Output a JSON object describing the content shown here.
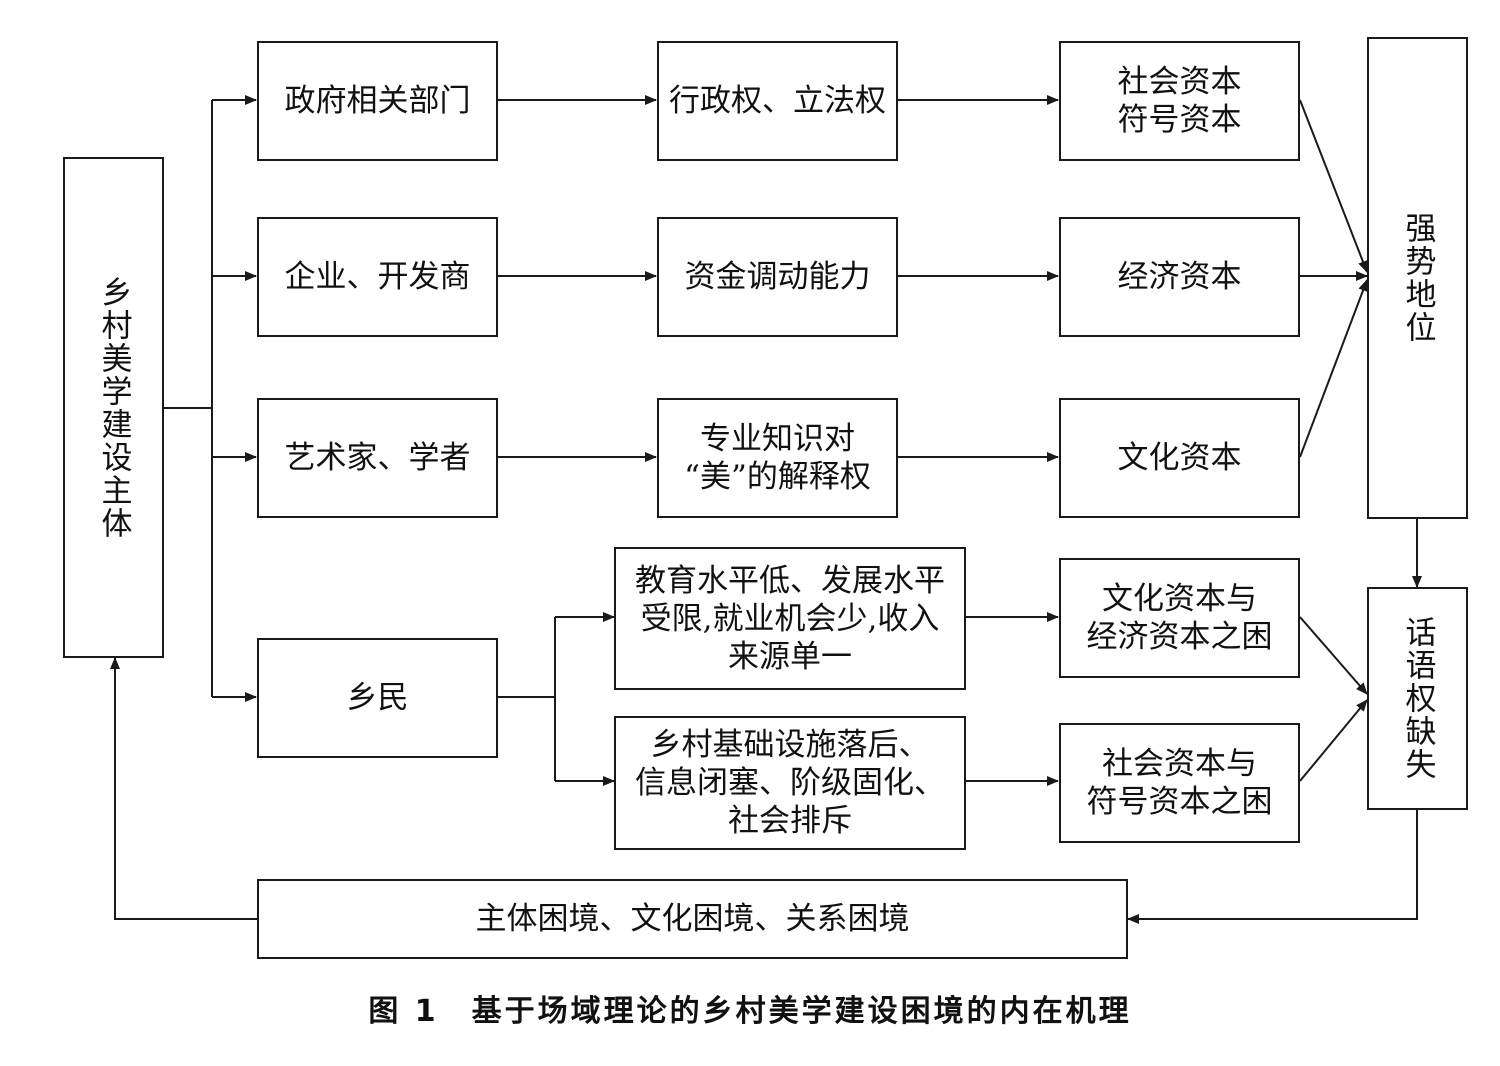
{
  "nodes": {
    "subject": "乡村美学建设主体",
    "gov": "政府相关部门",
    "gov_power": "行政权、立法权",
    "gov_capital": "社会资本\n符号资本",
    "enterprise": "企业、开发商",
    "enterprise_power": "资金调动能力",
    "enterprise_capital": "经济资本",
    "artist": "艺术家、学者",
    "artist_power": "专业知识对\n“美”的解释权",
    "artist_capital": "文化资本",
    "villager": "乡民",
    "villager_issue1": "教育水平低、发展水平\n受限,就业机会少,收入\n来源单一",
    "villager_issue2": "乡村基础设施落后、\n信息闭塞、阶级固化、\n社会排斥",
    "villager_capital1": "文化资本与\n经济资本之困",
    "villager_capital2": "社会资本与\n符号资本之困",
    "dominant": "强势地位",
    "discourse_loss": "话语权缺失",
    "dilemmas": "主体困境、文化困境、关系困境"
  },
  "caption": "图 1　基于场域理论的乡村美学建设困境的内在机理"
}
